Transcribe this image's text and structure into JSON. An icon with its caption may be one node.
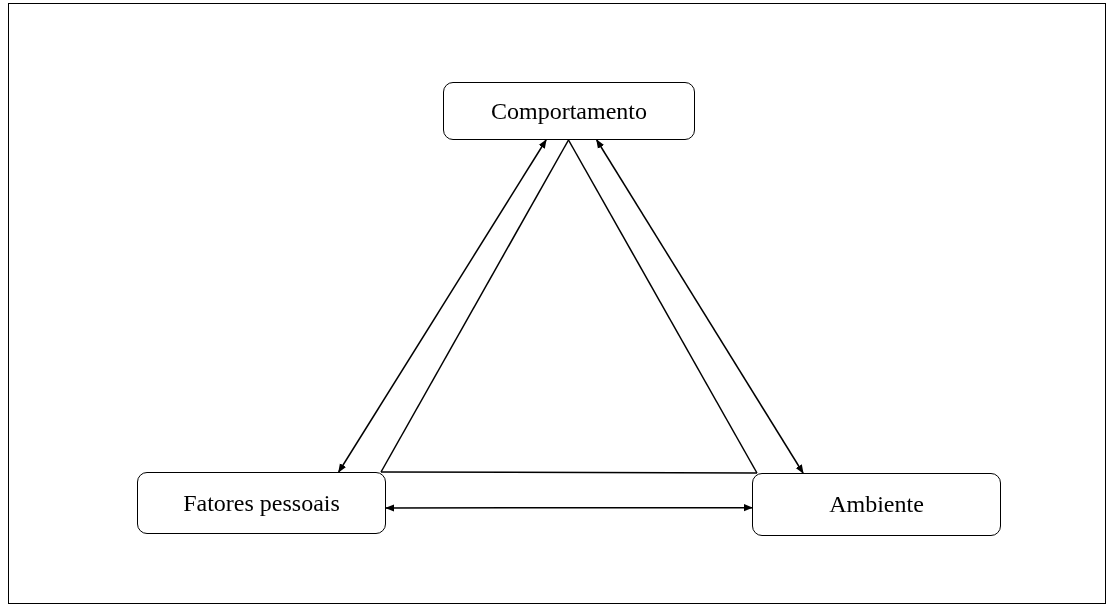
{
  "diagram": {
    "nodes": [
      {
        "text": [
          "Comportamento"
        ]
      },
      {
        "text": [
          "Fatores pessoais"
        ]
      },
      {
        "text": [
          "Ambiente"
        ]
      }
    ],
    "edges": [
      {
        "from": 0,
        "to": 1,
        "arrow": "none"
      },
      {
        "from": 0,
        "to": 2,
        "arrow": "none"
      },
      {
        "from": 1,
        "to": 2,
        "arrow": "none"
      },
      {
        "from": 1,
        "to": 0,
        "arrow": "both"
      },
      {
        "from": 0,
        "to": 2,
        "arrow": "both"
      },
      {
        "from": 1,
        "to": 2,
        "arrow": "both"
      }
    ]
  }
}
